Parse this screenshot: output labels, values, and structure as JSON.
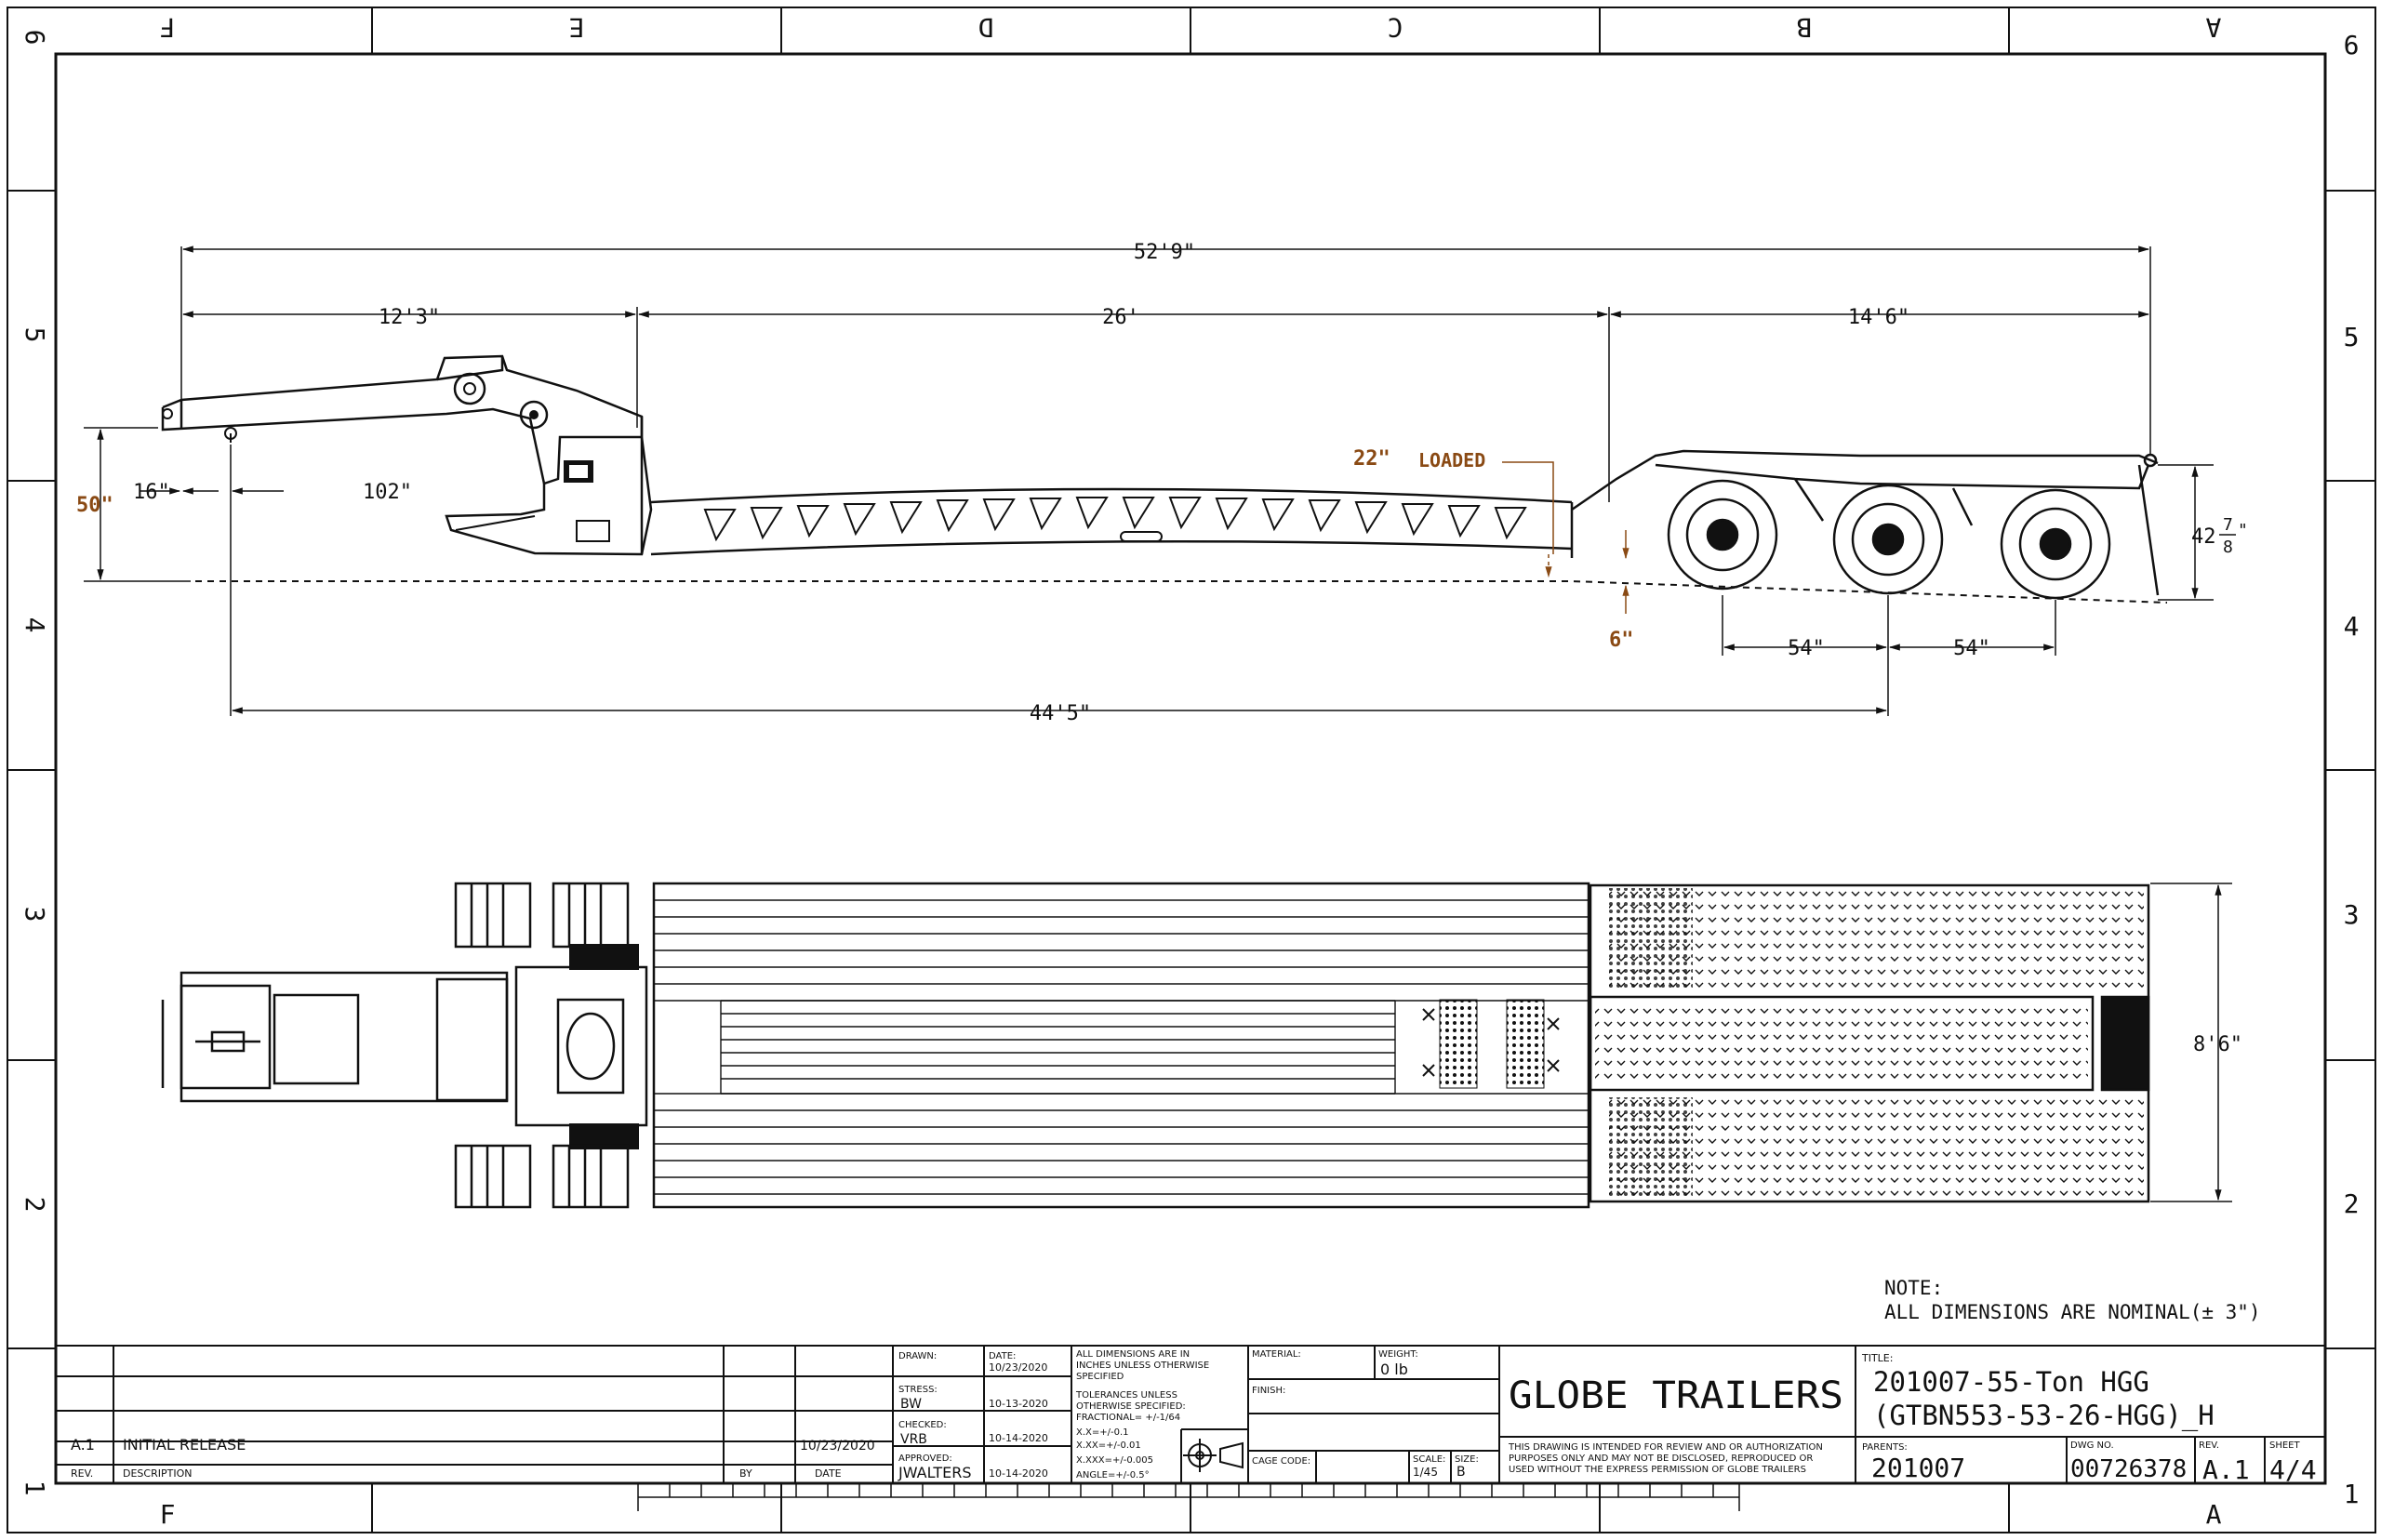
{
  "zones": {
    "top": [
      "F",
      "E",
      "D",
      "C",
      "B",
      "A"
    ],
    "bottom_left": "F",
    "bottom_right": "A",
    "side": [
      "6",
      "5",
      "4",
      "3",
      "2",
      "1"
    ]
  },
  "side_view": {
    "overall_length": "52'9\"",
    "gooseneck_length": "12'3\"",
    "deck_length": "26'",
    "rear_length": "14'6\"",
    "front_height": "50\"",
    "kingpin_offset": "16\"",
    "kingpin_to_front_frame": "102\"",
    "loaded_height": "22\"",
    "loaded_label": "LOADED",
    "ground_clearance": "6\"",
    "axle_spread_1": "54\"",
    "axle_spread_2": "54\"",
    "kingpin_to_axle": "44'5\"",
    "rear_height_whole": "42",
    "rear_height_num": "7",
    "rear_height_den": "8",
    "rear_height_unit": "\""
  },
  "top_view": {
    "width": "8'6\""
  },
  "note": {
    "title": "NOTE:",
    "text": "ALL DIMENSIONS ARE NOMINAL(± 3\")"
  },
  "title_block": {
    "revision_row": {
      "rev": "A.1",
      "description": "INITIAL RELEASE",
      "date": "10/23/2020"
    },
    "headers": {
      "rev": "REV.",
      "description": "DESCRIPTION",
      "by": "BY",
      "date": "DATE"
    },
    "drawn_label": "DRAWN:",
    "date_label": "DATE:",
    "drawn_date": "10/23/2020",
    "stress_label": "STRESS:",
    "stress_value": "BW",
    "stress_date": "10-13-2020",
    "checked_label": "CHECKED:",
    "checked_value": "VRB",
    "checked_date": "10-14-2020",
    "approved_label": "APPROVED:",
    "approved_value": "JWALTERS",
    "approved_date": "10-14-2020",
    "units_note": [
      "ALL DIMENSIONS ARE IN",
      "INCHES UNLESS OTHERWISE",
      "SPECIFIED"
    ],
    "tolerances": [
      "TOLERANCES UNLESS",
      "OTHERWISE SPECIFIED:",
      "FRACTIONAL= +/-1/64",
      "X.X=+/-0.1",
      "X.XX=+/-0.01",
      "X.XXX=+/-0.005",
      "ANGLE=+/-0.5°"
    ],
    "material_label": "MATERIAL:",
    "weight_label": "WEIGHT:",
    "weight_value": "0 lb",
    "finish_label": "FINISH:",
    "cage_code_label": "CAGE CODE:",
    "scale_label": "SCALE:",
    "scale_value": "1/45",
    "size_label": "SIZE:",
    "size_value": "B",
    "company": "GLOBE TRAILERS",
    "disclaimer": [
      "THIS DRAWING IS INTENDED FOR REVIEW AND OR AUTHORIZATION",
      "PURPOSES ONLY AND MAY NOT BE DISCLOSED, REPRODUCED OR",
      "USED WITHOUT THE EXPRESS PERMISSION OF GLOBE TRAILERS"
    ],
    "title_label": "TITLE:",
    "title_line1": "201007-55-Ton HGG",
    "title_line2": "(GTBN553-53-26-HGG)_H",
    "parents_label": "PARENTS:",
    "parents_value": "201007",
    "dwg_label": "DWG NO.",
    "dwg_value": "00726378",
    "rev_label": "REV.",
    "rev_value": "A.1",
    "sheet_label": "SHEET",
    "sheet_value": "4/4"
  },
  "colors": {
    "line": "#111111",
    "annotation": "#8a4a14"
  }
}
